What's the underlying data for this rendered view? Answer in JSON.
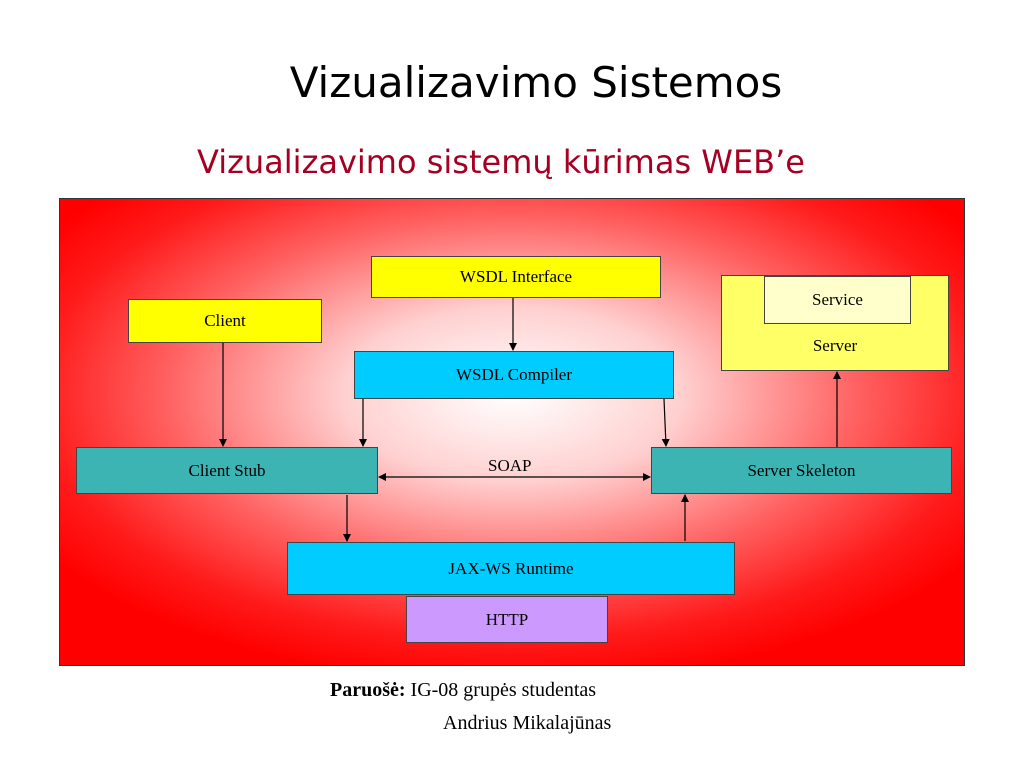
{
  "slide": {
    "title": "Vizualizavimo Sistemos",
    "subtitle": "Vizualizavimo sistemų kūrimas WEB’e"
  },
  "diagram": {
    "wsdl_interface": "WSDL Interface",
    "wsdl_compiler": "WSDL Compiler",
    "client": "Client",
    "client_stub": "Client Stub",
    "soap": "SOAP",
    "server_skeleton": "Server Skeleton",
    "service": "Service",
    "server": "Server",
    "jaxws_runtime": "JAX-WS Runtime",
    "http": "HTTP",
    "colors": {
      "background_edge": "#ff0000",
      "yellow": "#ffff00",
      "cyan": "#00ccff",
      "teal": "#3cb4b4",
      "violet": "#cc99ff"
    }
  },
  "credits": {
    "label": "Paruošė:",
    "line1": "IG-08 grupės studentas",
    "line2": "Andrius Mikalajūnas"
  }
}
